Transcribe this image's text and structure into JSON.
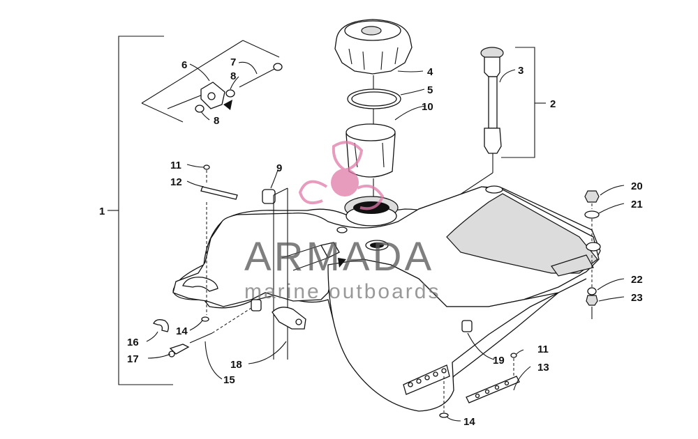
{
  "diagram": {
    "callouts": [
      {
        "id": "c1",
        "text": "1"
      },
      {
        "id": "c2",
        "text": "2"
      },
      {
        "id": "c3",
        "text": "3"
      },
      {
        "id": "c4",
        "text": "4"
      },
      {
        "id": "c5",
        "text": "5"
      },
      {
        "id": "c6",
        "text": "6"
      },
      {
        "id": "c7",
        "text": "7"
      },
      {
        "id": "c8a",
        "text": "8"
      },
      {
        "id": "c8b",
        "text": "8"
      },
      {
        "id": "c9",
        "text": "9"
      },
      {
        "id": "c10",
        "text": "10"
      },
      {
        "id": "c11a",
        "text": "11"
      },
      {
        "id": "c11b",
        "text": "11"
      },
      {
        "id": "c12",
        "text": "12"
      },
      {
        "id": "c13",
        "text": "13"
      },
      {
        "id": "c14a",
        "text": "14"
      },
      {
        "id": "c14b",
        "text": "14"
      },
      {
        "id": "c15",
        "text": "15"
      },
      {
        "id": "c16",
        "text": "16"
      },
      {
        "id": "c17",
        "text": "17"
      },
      {
        "id": "c18",
        "text": "18"
      },
      {
        "id": "c19",
        "text": "19"
      },
      {
        "id": "c20",
        "text": "20"
      },
      {
        "id": "c21",
        "text": "21"
      },
      {
        "id": "c22",
        "text": "22"
      },
      {
        "id": "c23",
        "text": "23"
      }
    ]
  },
  "watermark": {
    "brand": "ARMADA",
    "tagline": "marine outboards",
    "logo_color": "#e07aa8"
  }
}
